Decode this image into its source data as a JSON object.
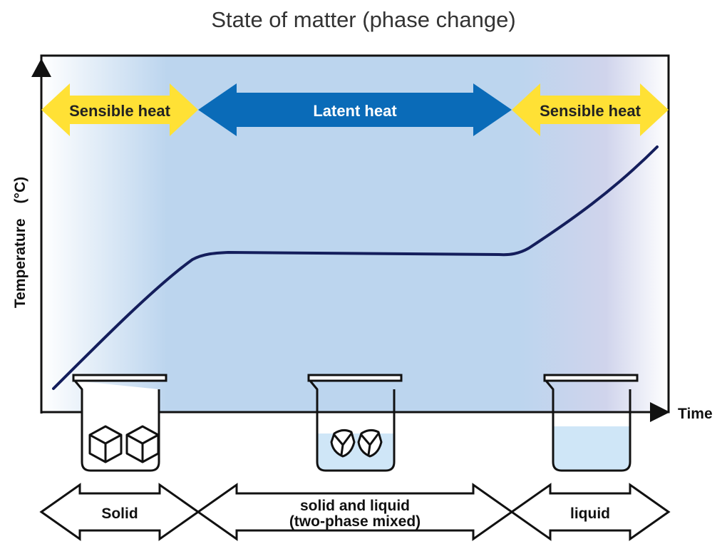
{
  "title": "State of matter (phase change)",
  "axes": {
    "x_label": "Time",
    "y_label": "Temperature　(°C)"
  },
  "phase_headers": [
    {
      "label": "Sensible heat",
      "color": "#FFE135",
      "text_color": "#222222"
    },
    {
      "label": "Latent heat",
      "color": "#0A6BB8",
      "text_color": "#ffffff"
    },
    {
      "label": "Sensible heat",
      "color": "#FFE135",
      "text_color": "#222222"
    }
  ],
  "states": [
    {
      "line1": "Solid",
      "line2": ""
    },
    {
      "line1": "solid and liquid",
      "line2": "(two-phase mixed)"
    },
    {
      "line1": "liquid",
      "line2": ""
    }
  ],
  "colors": {
    "curve": "#141E5C",
    "plot_bg": "#BCD5EE",
    "liquid_bg": "#D3D7EE",
    "water": "#CFE6F7"
  }
}
